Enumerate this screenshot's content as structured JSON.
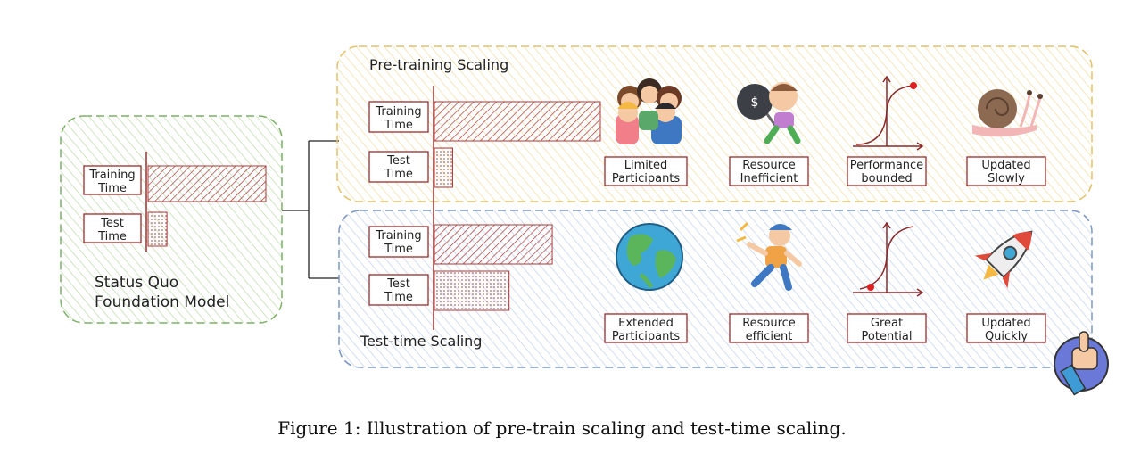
{
  "status_quo": {
    "title_line1": "Status Quo",
    "title_line2": "Foundation Model",
    "training_label": [
      "Training",
      "Time"
    ],
    "test_label": [
      "Test",
      "Time"
    ],
    "training_value": 1.0,
    "test_value": 0.16
  },
  "pretraining": {
    "title": "Pre-training Scaling",
    "training_label": [
      "Training",
      "Time"
    ],
    "test_label": [
      "Test",
      "Time"
    ],
    "training_value": 1.0,
    "test_value": 0.11,
    "features": [
      {
        "icon": "crowd-icon",
        "label": [
          "Limited",
          "Participants"
        ]
      },
      {
        "icon": "ball-and-chain-icon",
        "label": [
          "Resource",
          "Inefficient"
        ]
      },
      {
        "icon": "plateau-curve-icon",
        "label": [
          "Performance",
          "bounded"
        ]
      },
      {
        "icon": "snail-icon",
        "label": [
          "Updated",
          "Slowly"
        ]
      }
    ]
  },
  "testtime": {
    "title": "Test-time Scaling",
    "training_label": [
      "Training",
      "Time"
    ],
    "test_label": [
      "Test",
      "Time"
    ],
    "training_value": 0.71,
    "test_value": 0.45,
    "features": [
      {
        "icon": "globe-icon",
        "label": [
          "Extended",
          "Participants"
        ]
      },
      {
        "icon": "runner-icon",
        "label": [
          "Resource",
          "efficient"
        ]
      },
      {
        "icon": "rising-curve-icon",
        "label": [
          "Great",
          "Potential"
        ]
      },
      {
        "icon": "rocket-icon",
        "label": [
          "Updated",
          "Quickly"
        ]
      }
    ]
  },
  "caption": "Figure 1: Illustration of pre-train scaling and test-time scaling.",
  "colors": {
    "green_border": "#7fb069",
    "yellow_border": "#e3c26a",
    "blue_border": "#7d97c4",
    "bar": "#a83a3a",
    "label_border": "#9a2c2c"
  }
}
